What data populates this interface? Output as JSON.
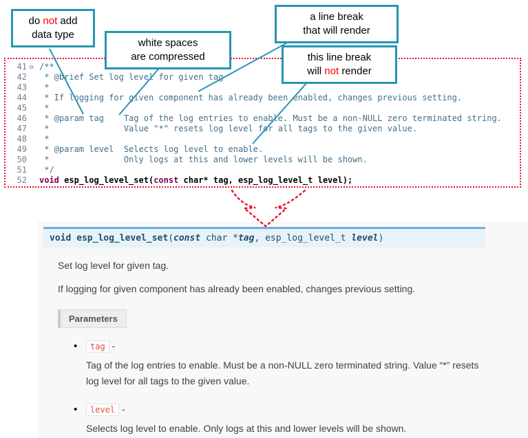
{
  "colors": {
    "callout_border": "#2794B3",
    "annotation_red": "#FF0000",
    "dotted_outline_red": "#E8112D",
    "code_comment": "#41708C",
    "code_keyword": "#7F0055",
    "signature_bg": "#E7F2FA",
    "signature_top_border": "#6AB0DE",
    "param_chip_red": "#E74C3C",
    "doc_bg": "#F8F8F8"
  },
  "callouts": {
    "box1": {
      "pre": "do ",
      "red": "not",
      "post": " add",
      "line2": "data type"
    },
    "box2": {
      "line1": "white spaces",
      "line2": "are compressed"
    },
    "box3": {
      "line1": "a line break",
      "line2": "that will render"
    },
    "box4": {
      "line1": "this line break",
      "pre": "will ",
      "red": "not",
      "post": " render"
    }
  },
  "code": {
    "lines": [
      {
        "num": "41",
        "fold": "⊖",
        "text": "/**"
      },
      {
        "num": "42",
        "fold": "",
        "text": " * @brief Set log level for given tag"
      },
      {
        "num": "43",
        "fold": "",
        "text": " *"
      },
      {
        "num": "44",
        "fold": "",
        "text": " * If logging for given component has already been enabled, changes previous setting."
      },
      {
        "num": "45",
        "fold": "",
        "text": " *"
      },
      {
        "num": "46",
        "fold": "",
        "text": " * @param tag    Tag of the log entries to enable. Must be a non-NULL zero terminated string."
      },
      {
        "num": "47",
        "fold": "",
        "text": " *               Value \"*\" resets log level for all tags to the given value."
      },
      {
        "num": "48",
        "fold": "",
        "text": " *"
      },
      {
        "num": "49",
        "fold": "",
        "text": " * @param level  Selects log level to enable."
      },
      {
        "num": "50",
        "fold": "",
        "text": " *               Only logs at this and lower levels will be shown."
      },
      {
        "num": "51",
        "fold": "",
        "text": " */"
      }
    ],
    "line52": {
      "num": "52",
      "kw1": "void",
      "mid": " esp_log_level_set(",
      "kw2": "const",
      "rest": " char* tag, esp_log_level_t level);"
    }
  },
  "doc": {
    "signature": {
      "kw_void": "void",
      "fn": " esp_log_level_set",
      "open_paren": "(",
      "kw_const": "const",
      "type1": "  char *",
      "arg1": "tag",
      "type2": ", esp_log_level_t ",
      "arg2": "level",
      "close_paren": ")"
    },
    "p1": "Set log level for given tag.",
    "p2": "If logging for given component has already been enabled, changes previous setting.",
    "params_label": "Parameters",
    "bullet_icon": "•",
    "items": [
      {
        "code": "tag",
        "dash": " -",
        "desc": "Tag of the log entries to enable. Must be a non-NULL zero terminated string. Value “*” resets log level for all tags to the given value."
      },
      {
        "code": "level",
        "dash": " -",
        "desc": "Selects log level to enable. Only logs at this and lower levels will be shown."
      }
    ]
  }
}
